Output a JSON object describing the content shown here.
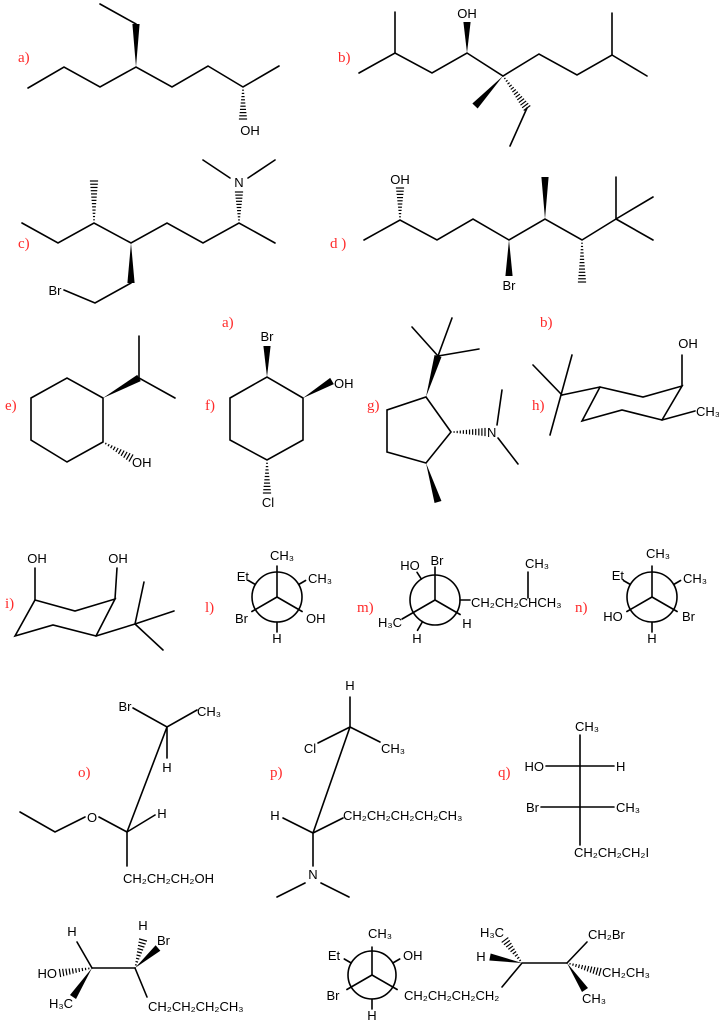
{
  "labels": {
    "a": "a)",
    "b": "b)",
    "c": "c)",
    "d": "d )",
    "a2": "a)",
    "b2": "b)",
    "e": "e)",
    "f": "f)",
    "g": "g)",
    "h": "h)",
    "i": "i)",
    "l": "l)",
    "m": "m)",
    "n": "n)",
    "o": "o)",
    "p": "p)",
    "q": "q)"
  },
  "atoms": {
    "a_oh": "OH",
    "b_oh": "OH",
    "c_n": "N",
    "c_br": "Br",
    "d_oh": "OH",
    "d_br": "Br",
    "e_oh": "OH",
    "f_br": "Br",
    "f_oh": "OH",
    "f_cl": "Cl",
    "g_n": "N",
    "h_oh": "OH",
    "h_ch3": "CH₃",
    "i_oh1": "OH",
    "i_oh2": "OH",
    "l_top": "CH₃",
    "l_et": "Et",
    "l_ch3": "CH₃",
    "l_br": "Br",
    "l_oh": "OH",
    "l_h": "H",
    "m_ho": "HO",
    "m_br": "Br",
    "m_h3c": "H₃C",
    "m_h": "H",
    "m_hb": "H",
    "m_chain": "CH₂CH₂CHCH₃",
    "m_ch3": "CH₃",
    "n_top": "CH₃",
    "n_et": "Et",
    "n_ch3": "CH₃",
    "n_ho": "HO",
    "n_br": "Br",
    "n_h": "H",
    "o_br": "Br",
    "o_ch3": "CH₃",
    "o_h1": "H",
    "o_o": "O",
    "o_h2": "H",
    "o_chain": "CH₂CH₂CH₂OH",
    "p_h1": "H",
    "p_cl": "Cl",
    "p_ch3": "CH₃",
    "p_h2": "H",
    "p_chain": "CH₂CH₂CH₂CH₂CH₃",
    "p_n": "N",
    "q_ch3top": "CH₃",
    "q_ho": "HO",
    "q_h": "H",
    "q_br": "Br",
    "q_ch3": "CH₃",
    "q_chain": "CH₂CH₂CH₂I",
    "r_h1": "H",
    "r_h2": "H",
    "r_br": "Br",
    "r_ho": "HO",
    "r_h3c": "H₃C",
    "r_chain": "CH₂CH₂CH₂CH₃",
    "s_ch3": "CH₃",
    "s_et": "Et",
    "s_oh": "OH",
    "s_br": "Br",
    "s_h": "H",
    "s_chain": "CH₂CH₂CH₂CH₂",
    "s_h3c": "H₃C",
    "s_hw": "H",
    "s_ch2br": "CH₂Br",
    "s_ch2ch3": "CH₂CH₃",
    "s_ch3b": "CH₃"
  },
  "colors": {
    "label": "#ff2a2a",
    "ink": "#000000"
  }
}
